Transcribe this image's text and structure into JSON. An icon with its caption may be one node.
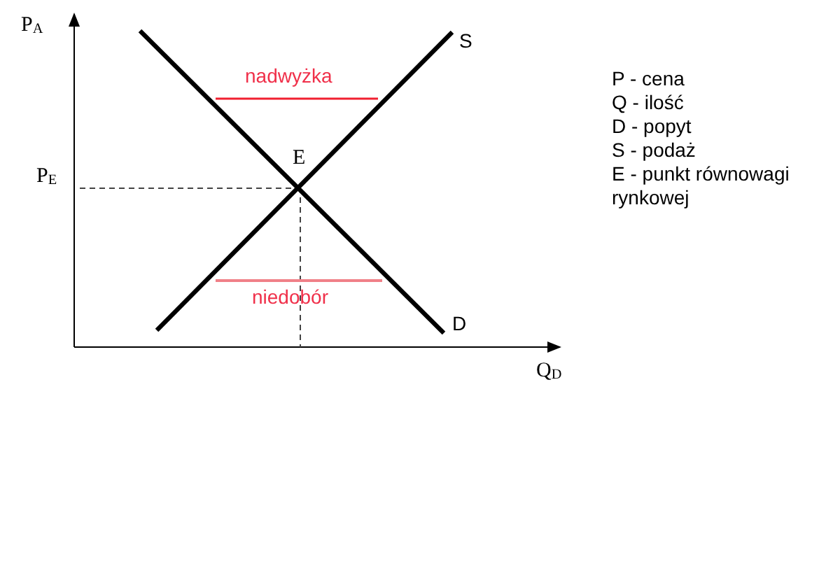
{
  "diagram": {
    "labels": [
      "P$_{A}$",
      "nadwyżka",
      "S",
      "P - cena",
      "Q - ilość",
      "D - popyt",
      "S - podaż",
      "E - punkt równowagi rynkowej",
      "E",
      "P$_{E}$",
      "niedobór",
      "D",
      "Q$_{D}$"
    ]
  }
}
